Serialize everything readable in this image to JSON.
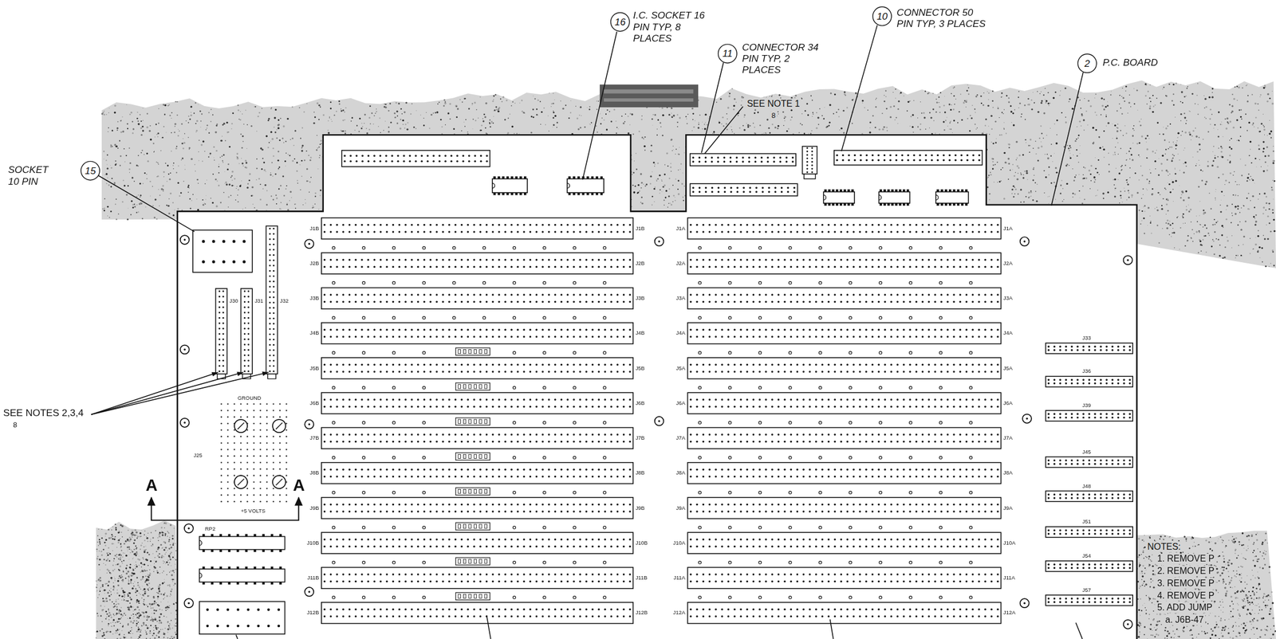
{
  "diagram": {
    "nodes": [
      {
        "text": [
          "16"
        ]
      },
      {
        "text": [
          "10"
        ]
      },
      {
        "text": [
          "11"
        ]
      },
      {
        "text": [
          "2"
        ]
      },
      {
        "text": [
          "15"
        ]
      }
    ],
    "labels": [
      "I.C. SOCKET 16 PIN TYP, 8 PLACES",
      "CONNECTOR 34 PIN TYP, 2 PLACES",
      "CONNECTOR 50 PIN TYP, 3 PLACES",
      "P.C. BOARD",
      "SOCKET 10 PIN",
      "SEE NOTE 1",
      "8",
      "SEE NOTES 2,3,4",
      "8",
      "A",
      "A",
      "GROUND",
      "+5 VOLTS",
      "J25",
      "J30",
      "J31",
      "J32",
      "RP2",
      "J33",
      "J36",
      "J39",
      "J45",
      "J48",
      "J51",
      "J54",
      "J57",
      "NOTES:",
      "1. REMOVE P",
      "2. REMOVE P",
      "3. REMOVE P",
      "4. REMOVE P",
      "5. ADD JUMP",
      "a. J6B-47",
      "J1B",
      "J1B",
      "J1A",
      "J1A",
      "J2B",
      "J2B",
      "J2A",
      "J2A",
      "J3B",
      "J3B",
      "J3A",
      "J3A",
      "J4B",
      "J4B",
      "J4A",
      "J4A",
      "J5B",
      "J5B",
      "J5A",
      "J5A",
      "J6B",
      "J6B",
      "J6A",
      "J6A",
      "J7B",
      "J7B",
      "J7A",
      "J7A",
      "J8B",
      "J8B",
      "J8A",
      "J8A",
      "J9B",
      "J9B",
      "J9A",
      "J9A",
      "J10B",
      "J10B",
      "J10A",
      "J10A",
      "J11B",
      "J11B",
      "J11A",
      "J11A",
      "J12B",
      "J12B",
      "J12A",
      "J12A"
    ]
  }
}
